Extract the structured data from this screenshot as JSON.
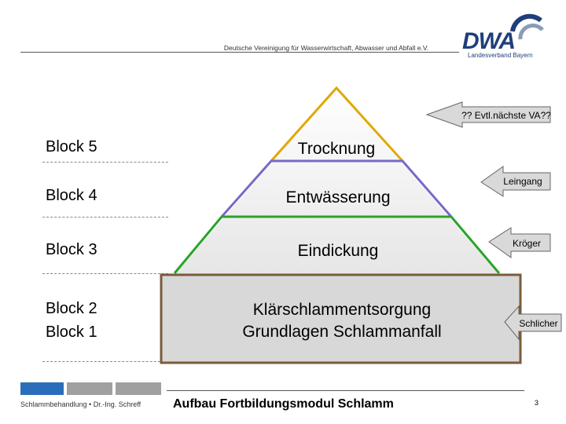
{
  "header": {
    "org_text": "Deutsche Vereinigung für Wasserwirtschaft, Abwasser und Abfall e.V.",
    "logo_text": "DWA",
    "logo_sub": "Landesverband Bayern"
  },
  "blocks": {
    "block5": "Block 5",
    "block4": "Block 4",
    "block3": "Block 3",
    "block2": "Block 2",
    "block1": "Block 1"
  },
  "pyramid": {
    "level1": "Trocknung",
    "level2": "Entwässerung",
    "level3": "Eindickung",
    "base_line1": "Klärschlammentsorgung",
    "base_line2": "Grundlagen Schlammanfall"
  },
  "arrows": {
    "a1": "?? Evtl.nächste VA??",
    "a2": "Leingang",
    "a3": "Kröger",
    "a4": "Schlicher"
  },
  "footer": {
    "left_text": "Schlammbehandlung • Dr.-Ing. Schreff",
    "title": "Aufbau Fortbildungsmodul Schlamm",
    "page": "3"
  },
  "colors": {
    "accent_blue": "#2a6ebb",
    "gray": "#a0a0a0",
    "level1": "#e0a800",
    "level2": "#7a68c8",
    "level3": "#2aa32a",
    "base_border": "#7a5c3a"
  }
}
